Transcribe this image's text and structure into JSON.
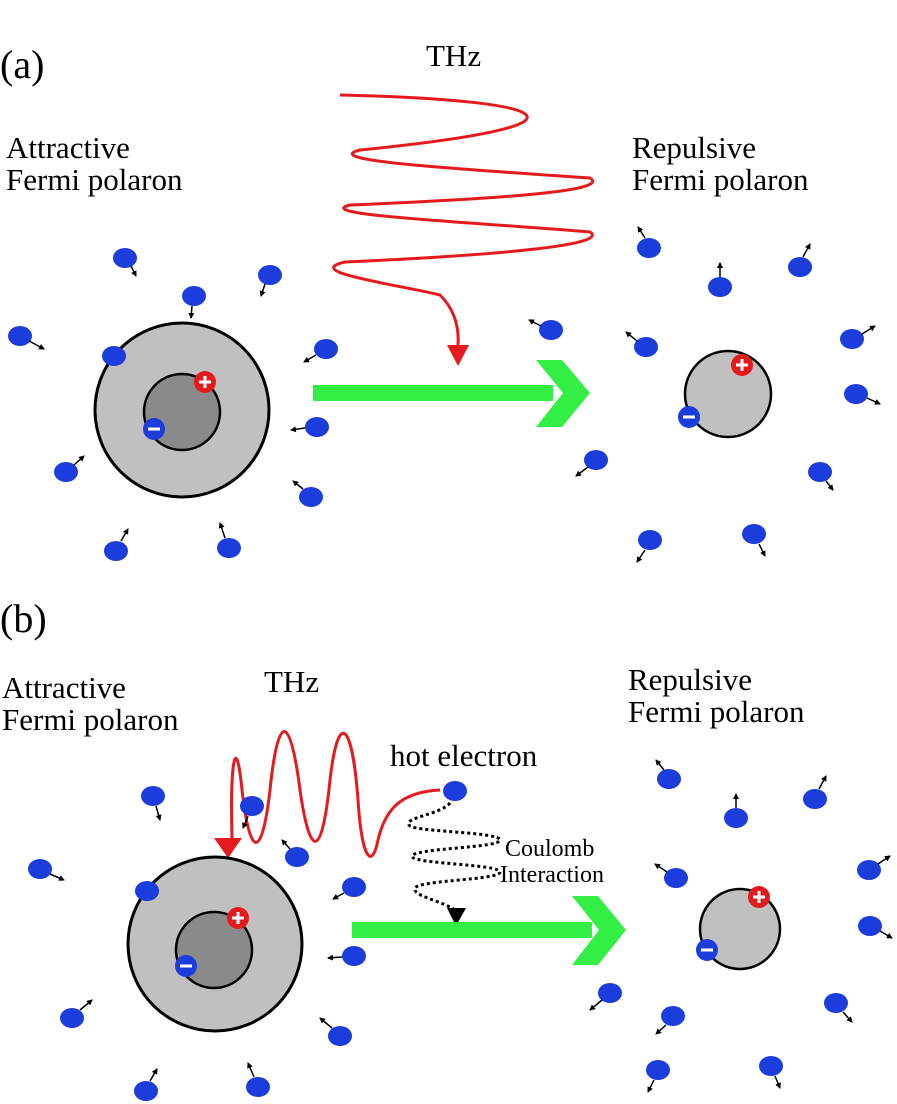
{
  "colors": {
    "electron": "#1c3ddb",
    "thz_wave": "#e41a1c",
    "arrow": "#33ee44",
    "shell_outer": "#c0c0c0",
    "core_inner": "#8a8a8a",
    "plus_charge": "#e41a1c",
    "minus_charge": "#1c3ddb"
  },
  "panel_a": {
    "label": "(a)",
    "thz_label": "THz",
    "attractive_line1": "Attractive",
    "attractive_line2": "Fermi polaron",
    "repulsive_line1": "Repulsive",
    "repulsive_line2": "Fermi polaron"
  },
  "panel_b": {
    "label": "(b)",
    "thz_label": "THz",
    "attractive_line1": "Attractive",
    "attractive_line2": "Fermi polaron",
    "hot_electron": "hot electron",
    "coulomb_line1": "Coulomb",
    "coulomb_line2": "Interaction",
    "repulsive_line1": "Repulsive",
    "repulsive_line2": "Fermi polaron"
  },
  "icons": {
    "plus": "plus-charge-icon",
    "minus": "minus-charge-icon",
    "electron": "electron-icon"
  }
}
